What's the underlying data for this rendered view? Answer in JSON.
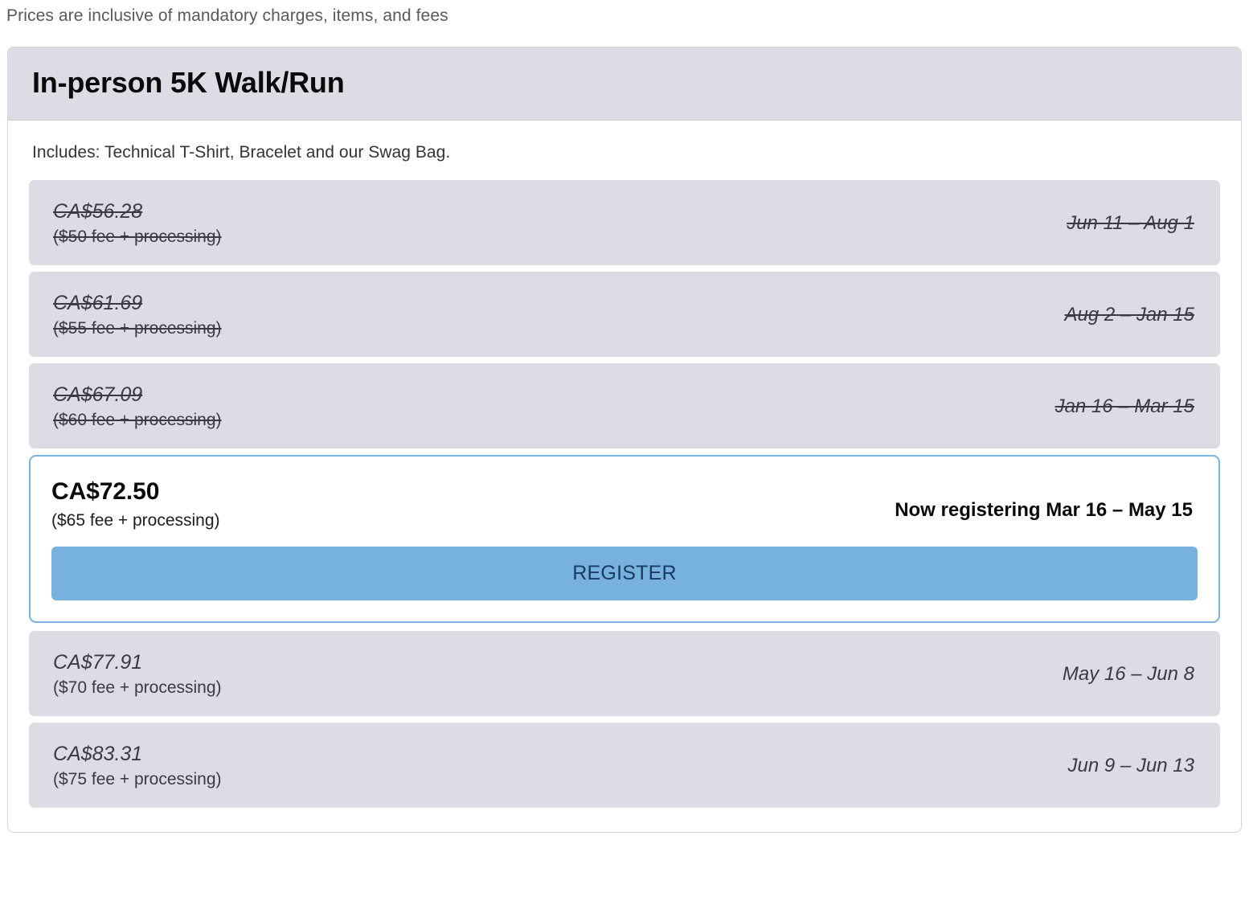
{
  "top_note": "Prices are inclusive of mandatory charges, items, and fees",
  "card": {
    "title": "In-person 5K Walk/Run",
    "includes": "Includes: Technical T-Shirt, Bracelet and our Swag Bag.",
    "register_label": "REGISTER",
    "accent_color": "#76b2dd",
    "active_border_color": "#79b3de",
    "row_background": "#dcdce4",
    "register_text_color": "#1b3a63",
    "tiers": [
      {
        "state": "closed",
        "amount": "CA$56.28",
        "fee": "($50 fee + processing)",
        "dates": "Jun 11 – Aug 1"
      },
      {
        "state": "closed",
        "amount": "CA$61.69",
        "fee": "($55 fee + processing)",
        "dates": "Aug 2 – Jan 15"
      },
      {
        "state": "closed",
        "amount": "CA$67.09",
        "fee": "($60 fee + processing)",
        "dates": "Jan 16 – Mar 15"
      },
      {
        "state": "active",
        "amount": "CA$72.50",
        "fee": "($65 fee + processing)",
        "dates": "Now registering Mar 16 – May 15"
      },
      {
        "state": "upcoming",
        "amount": "CA$77.91",
        "fee": "($70 fee + processing)",
        "dates": "May 16 – Jun 8"
      },
      {
        "state": "upcoming",
        "amount": "CA$83.31",
        "fee": "($75 fee + processing)",
        "dates": "Jun 9 – Jun 13"
      }
    ]
  }
}
